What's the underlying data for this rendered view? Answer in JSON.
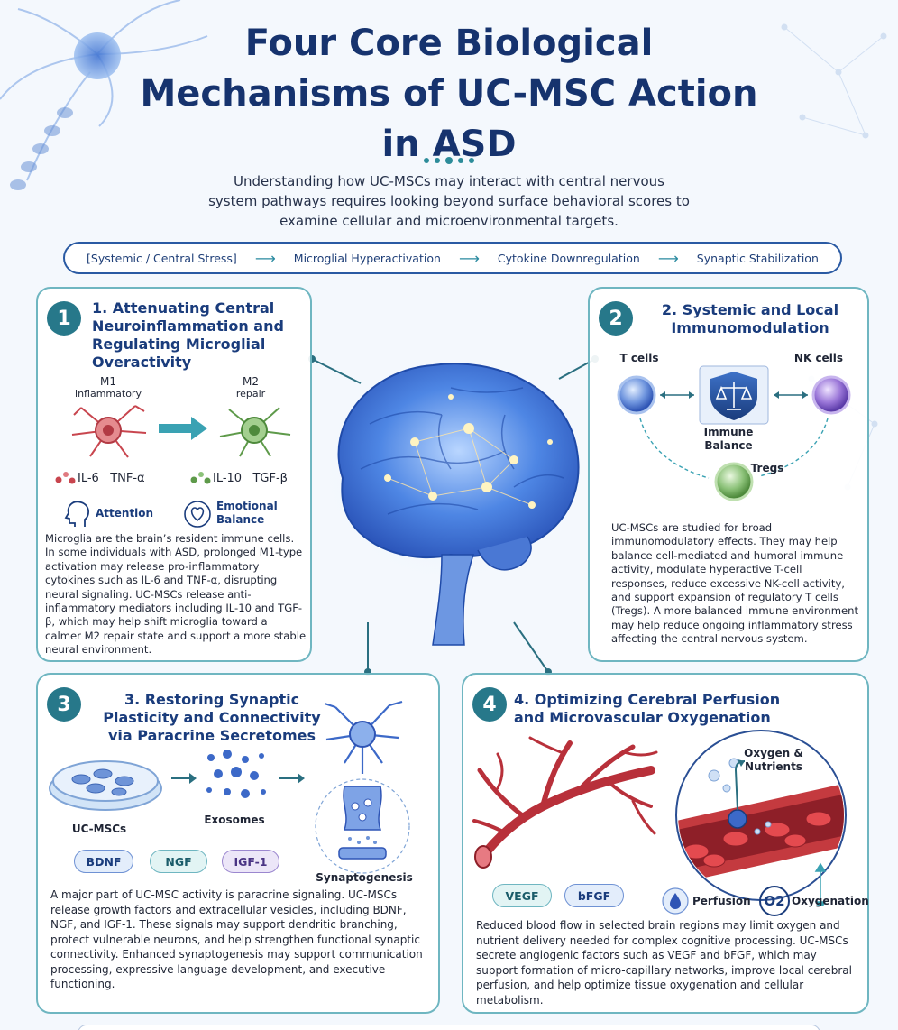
{
  "header": {
    "title": "Four Core Biological Mechanisms of UC-MSC Action in ASD",
    "intro": "Understanding how UC-MSCs may interact with central nervous system pathways requires looking beyond surface behavioral scores to examine cellular and microenvironmental targets."
  },
  "pathway": {
    "steps": [
      "[Systemic / Central Stress]",
      "Microglial Hyperactivation",
      "Cytokine Downregulation",
      "Synaptic Stabilization"
    ]
  },
  "card1": {
    "number": "1",
    "title": "1. Attenuating Central Neuroinflammation and Regulating Microglial Overactivity",
    "m1_label": "M1",
    "m1_sub": "inflammatory",
    "m2_label": "M2",
    "m2_sub": "repair",
    "pro_cytokines": "IL-6   TNF-α",
    "anti_cytokines": "IL-10   TGF-β",
    "attention": "Attention",
    "emotional": "Emotional Balance",
    "body": "Microglia are the brain’s resident immune cells. In some individuals with ASD, prolonged M1-type activation may release pro-inflammatory cytokines such as IL-6 and TNF-α, disrupting neural signaling. UC-MSCs release anti-inflammatory mediators including IL-10 and TGF-β, which may help shift microglia toward a calmer M2 repair state and support a more stable neural environment."
  },
  "card2": {
    "number": "2",
    "title": "2. Systemic and Local Immunomodulation",
    "tcells": "T cells",
    "nkcells": "NK cells",
    "balance": "Immune Balance",
    "tregs": "Tregs",
    "body": "UC-MSCs are studied for broad immunomodulatory effects. They may help balance cell-mediated and humoral immune activity, modulate hyperactive T-cell responses, reduce excessive NK-cell activity, and support expansion of regulatory T cells (Tregs). A more balanced immune environment may help reduce ongoing inflammatory stress affecting the central nervous system."
  },
  "card3": {
    "number": "3",
    "title": "3. Restoring Synaptic Plasticity and Connectivity via Paracrine Secretomes",
    "ucmsc": "UC-MSCs",
    "exosomes": "Exosomes",
    "synaptogenesis": "Synaptogenesis",
    "factors": [
      "BDNF",
      "NGF",
      "IGF-1"
    ],
    "body": "A major part of UC-MSC activity is paracrine signaling. UC-MSCs release growth factors and extracellular vesicles, including BDNF, NGF, and IGF-1. These signals may support dendritic branching, protect vulnerable neurons, and help strengthen functional synaptic connectivity. Enhanced synaptogenesis may support communication processing, expressive language development, and executive functioning."
  },
  "card4": {
    "number": "4",
    "title": "4. Optimizing Cerebral Perfusion and Microvascular Oxygenation",
    "oxygen_nutrients": "Oxygen & Nutrients",
    "factors": [
      "VEGF",
      "bFGF"
    ],
    "perfusion": "Perfusion",
    "o2": "O2",
    "oxygenation": "Oxygenation",
    "body": "Reduced blood flow in selected brain regions may limit oxygen and nutrient delivery needed for complex cognitive processing. UC-MSCs secrete angiogenic factors such as VEGF and bFGF, which may support formation of micro-capillary networks, improve local cerebral perfusion, and help optimize tissue oxygenation and cellular metabolism."
  },
  "colors": {
    "title": "#16336e",
    "teal": "#27788a",
    "border": "#6fb6c1",
    "m1": "#c8454e",
    "m2": "#5e9a4a",
    "vessel": "#b8303a"
  }
}
